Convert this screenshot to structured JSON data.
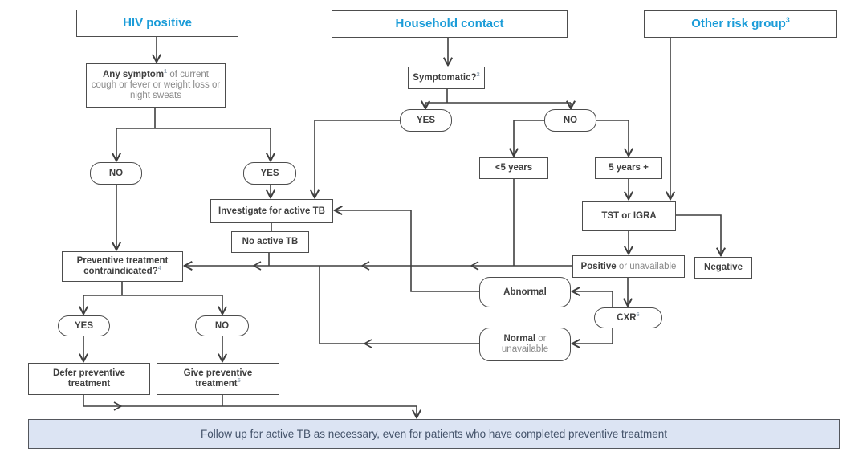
{
  "palette": {
    "accent_blue": "#1b9cd8",
    "line_color": "#3f3f3f",
    "text_gray": "#8a8a8a",
    "banner_bg": "#dce4f3",
    "banner_text": "#44536a"
  },
  "headers": {
    "hiv": {
      "label": "HIV positive"
    },
    "household": {
      "label": "Household contact"
    },
    "other": {
      "label": "Other risk group",
      "sup": "3"
    }
  },
  "nodes": {
    "any_symptom": {
      "bold": "Any symptom",
      "sup": "1",
      "rest": " of current cough or fever or weight loss or night sweats"
    },
    "symptomatic": {
      "label": "Symptomatic?",
      "sup": "2"
    },
    "hh_yes": {
      "label": "YES"
    },
    "hh_no": {
      "label": "NO"
    },
    "hiv_no": {
      "label": "NO"
    },
    "hiv_yes": {
      "label": "YES"
    },
    "investigate": {
      "label": "Investigate for active TB"
    },
    "no_active_tb": {
      "label": "No active TB"
    },
    "under5": {
      "label": "<5 years"
    },
    "over5": {
      "label": "5 years +"
    },
    "tst": {
      "label": "TST or IGRA"
    },
    "positive": {
      "bold": "Positive",
      "rest": " or unavailable"
    },
    "negative": {
      "label": "Negative"
    },
    "cxr": {
      "label": "CXR",
      "sup": "6"
    },
    "abnormal": {
      "label": "Abnormal"
    },
    "normal": {
      "bold": "Normal",
      "rest": " or unavailable"
    },
    "contraindicated": {
      "label": "Preventive treatment contraindicated?",
      "sup": "4"
    },
    "contra_yes": {
      "label": "YES"
    },
    "contra_no": {
      "label": "NO"
    },
    "defer": {
      "label": "Defer preventive treatment"
    },
    "give": {
      "label": "Give preventive treatment",
      "sup": "5"
    },
    "banner": {
      "label": "Follow up for active TB as necessary, even for patients who have completed preventive treatment"
    }
  }
}
